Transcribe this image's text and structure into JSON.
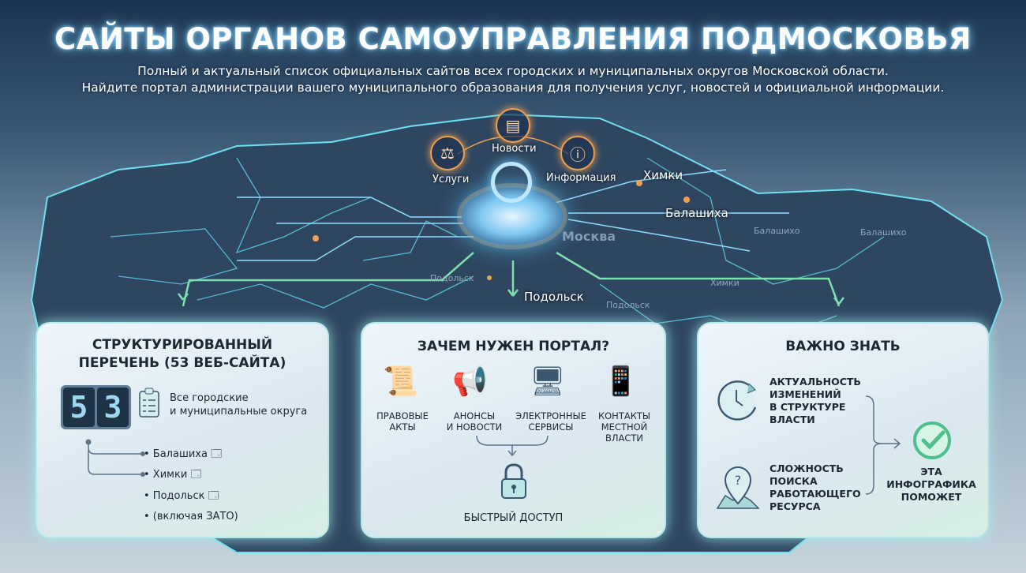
{
  "header": {
    "title": "САЙТЫ ОРГАНОВ САМОУПРАВЛЕНИЯ ПОДМОСКОВЬЯ",
    "subtitle_line1": "Полный и актуальный список официальных сайтов всех городских и муниципальных округов Московской области.",
    "subtitle_line2": "Найдите портал администрации вашего муниципального образования для получения услуг, новостей и официальной информации."
  },
  "map": {
    "hub_nodes": [
      {
        "label": "Новости",
        "icon": "newspaper-icon"
      },
      {
        "label": "Услуги",
        "icon": "gavel-hand-icon"
      },
      {
        "label": "Информация",
        "icon": "info-icon"
      }
    ],
    "center": "Москва",
    "cities": [
      "Химки",
      "Балашиха",
      "Подольск"
    ],
    "faint_labels": [
      "Балашихо",
      "Балашихо",
      "Химки",
      "Подольск",
      "Подольск"
    ],
    "colors": {
      "accent_orange": "#f0a050",
      "accent_blue": "#5cc8ff",
      "accent_green": "#7fe0b0"
    }
  },
  "panel_list": {
    "title_line1": "СТРУКТУРИРОВАННЫЙ",
    "title_line2": "ПЕРЕЧЕНЬ (53 ВЕБ-САЙТА)",
    "digits": [
      "5",
      "3"
    ],
    "desc_line1": "Все городские",
    "desc_line2": "и муниципальные округа",
    "items": [
      "• Балашиха",
      "• Химки",
      "• Подольск",
      "• (включая ЗАТО)"
    ]
  },
  "panel_why": {
    "title": "ЗАЧЕМ НУЖЕН ПОРТАЛ?",
    "features": [
      {
        "l1": "ПРАВОВЫЕ",
        "l2": "АКТЫ",
        "l3": "",
        "icon": "gavel-scroll-icon"
      },
      {
        "l1": "АНОНСЫ",
        "l2": "И НОВОСТИ",
        "l3": "",
        "icon": "megaphone-icon"
      },
      {
        "l1": "ЭЛЕКТРОННЫЕ",
        "l2": "СЕРВИСЫ",
        "l3": "",
        "icon": "monitor-cursor-icon"
      },
      {
        "l1": "КОНТАКТЫ",
        "l2": "МЕСТНОЙ",
        "l3": "ВЛАСТИ",
        "icon": "phone-mail-icon"
      }
    ],
    "result": "БЫСТРЫЙ ДОСТУП"
  },
  "panel_know": {
    "title": "ВАЖНО ЗНАТЬ",
    "p1": [
      "АКТУАЛЬНОСТЬ",
      "ИЗМЕНЕНИЙ",
      "В СТРУКТУРЕ",
      "ВЛАСТИ"
    ],
    "p2": [
      "СЛОЖНОСТЬ",
      "ПОИСКА",
      "РАБОТАЮЩЕГО",
      "РЕСУРСА"
    ],
    "result": [
      "ЭТА",
      "ИНФОГРАФИКА",
      "ПОМОЖЕТ"
    ]
  }
}
